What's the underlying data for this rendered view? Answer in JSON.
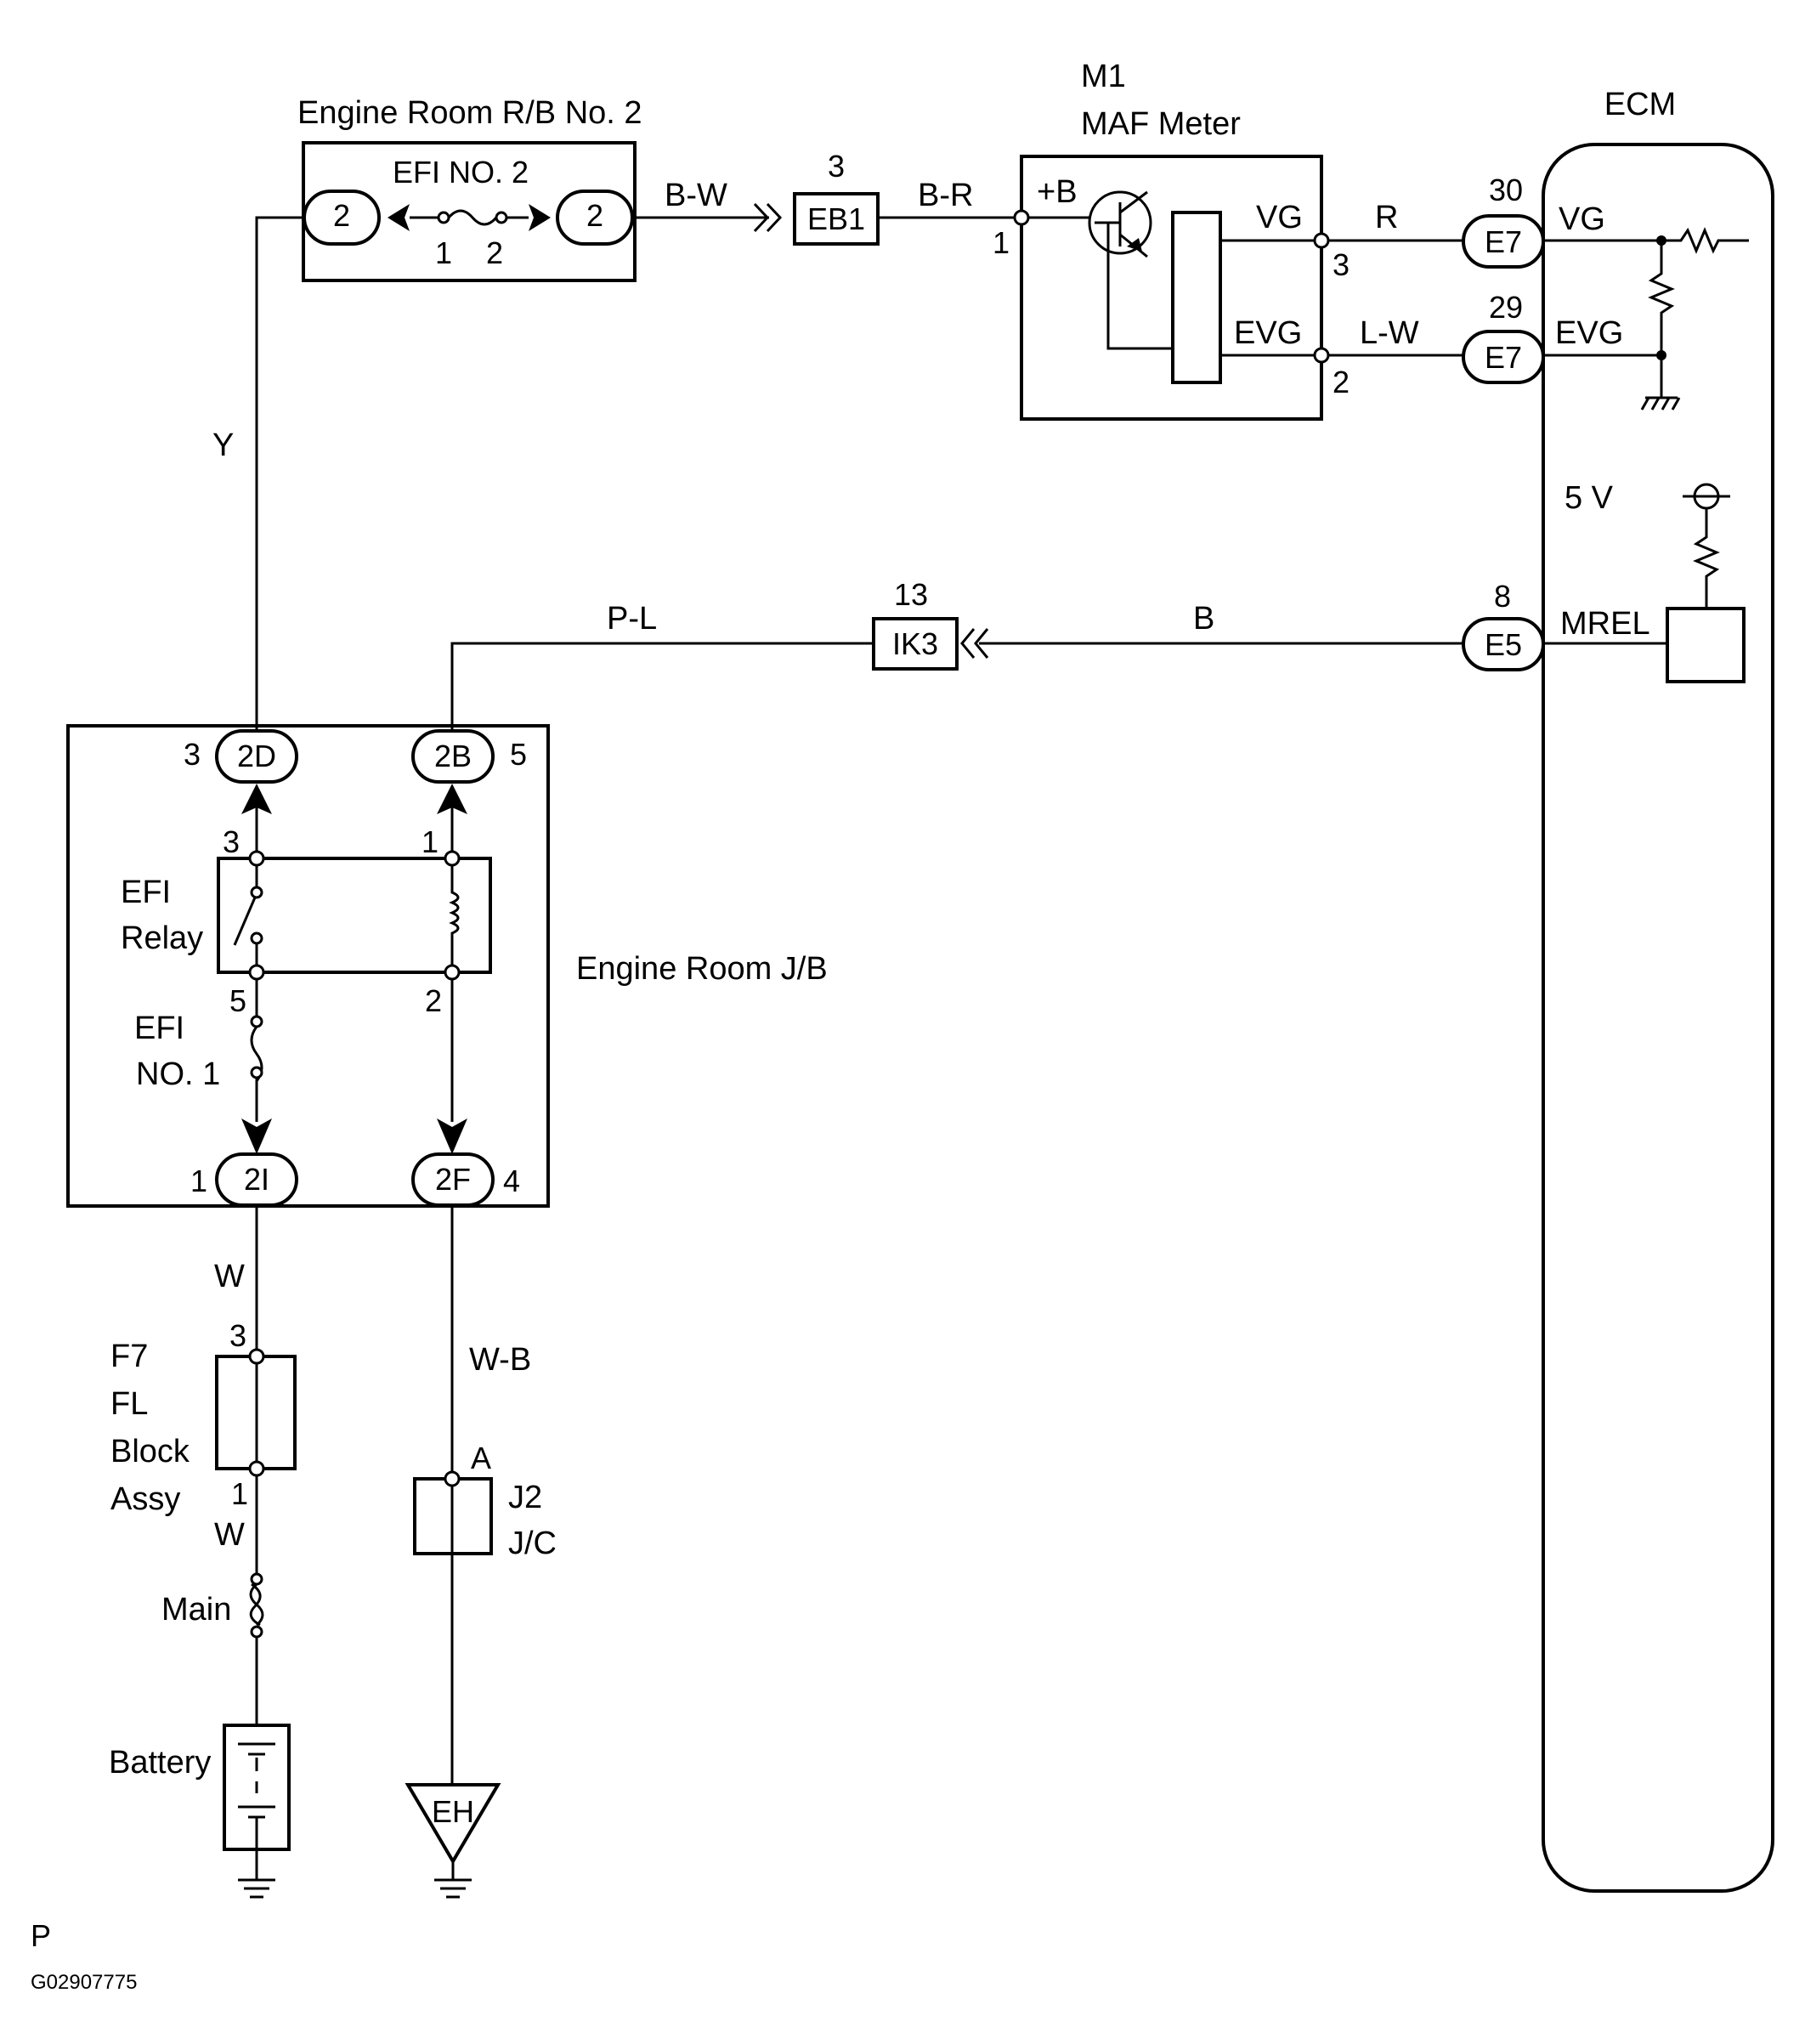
{
  "components": {
    "rb2_title": "Engine Room R/B No. 2",
    "efi_no2": "EFI NO. 2",
    "m1_code": "M1",
    "m1_name": "MAF Meter",
    "ecm": "ECM",
    "efi_relay_l1": "EFI",
    "efi_relay_l2": "Relay",
    "jb_title": "Engine Room J/B",
    "efi_no1_l1": "EFI",
    "efi_no1_l2": "NO. 1",
    "f7_l1": "F7",
    "f7_l2": "FL",
    "f7_l3": "Block",
    "f7_l4": "Assy",
    "main_fuse": "Main",
    "battery": "Battery",
    "j2_l1": "J2",
    "j2_l2": "J/C",
    "ground_eh": "EH"
  },
  "connectors": {
    "rb2_left": "2",
    "rb2_right": "2",
    "eb1": "EB1",
    "ik3": "IK3",
    "e7_vg": "E7",
    "e7_evg": "E7",
    "e5": "E5",
    "c2d": "2D",
    "c2b": "2B",
    "c2i": "2I",
    "c2f": "2F"
  },
  "pins": {
    "fuse2_left": "1",
    "fuse2_right": "2",
    "eb1": "3",
    "maf_b": "1",
    "maf_vg": "3",
    "maf_evg": "2",
    "e7_vg": "30",
    "e7_evg": "29",
    "e5": "8",
    "ik3": "13",
    "c2d": "3",
    "c2b": "5",
    "relay_top_left": "3",
    "relay_top_right": "1",
    "relay_bottom_left": "5",
    "relay_bottom_right": "2",
    "c2i": "1",
    "c2f": "4",
    "f7_top": "3",
    "f7_bottom": "1",
    "j2": "A"
  },
  "terminals": {
    "maf_b": "+B",
    "maf_vg": "VG",
    "maf_evg": "EVG",
    "ecm_vg": "VG",
    "ecm_evg": "EVG",
    "ecm_mrel": "MREL",
    "ecm_5v": "5 V"
  },
  "wires": {
    "y": "Y",
    "bw": "B-W",
    "br": "B-R",
    "r": "R",
    "lw": "L-W",
    "pl": "P-L",
    "b": "B",
    "w_top": "W",
    "w_bottom": "W",
    "wb": "W-B"
  },
  "footer": {
    "letter": "P",
    "code": "G02907775"
  }
}
